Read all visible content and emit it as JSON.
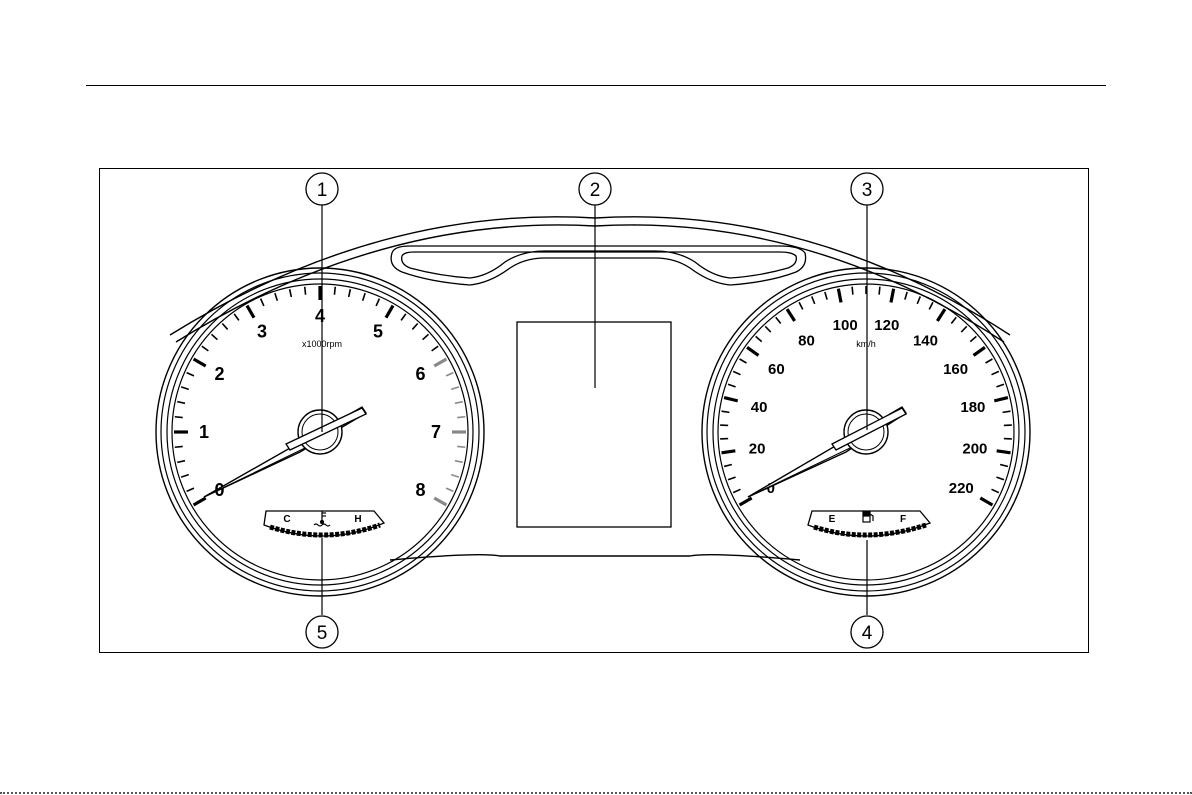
{
  "figure": {
    "callouts": [
      {
        "id": "1",
        "label": "1"
      },
      {
        "id": "2",
        "label": "2"
      },
      {
        "id": "3",
        "label": "3"
      },
      {
        "id": "4",
        "label": "4"
      },
      {
        "id": "5",
        "label": "5"
      }
    ]
  },
  "tachometer": {
    "unit": "x1000rpm",
    "numbers": [
      "0",
      "1",
      "2",
      "3",
      "4",
      "5",
      "6",
      "7",
      "8"
    ]
  },
  "speedometer": {
    "unit": "km/h",
    "numbers": [
      "0",
      "20",
      "40",
      "60",
      "80",
      "100",
      "120",
      "140",
      "160",
      "180",
      "200",
      "220"
    ]
  },
  "temperature_gauge": {
    "cold": "C",
    "hot": "H",
    "icon": "coolant-temperature-icon"
  },
  "fuel_gauge": {
    "empty": "E",
    "full": "F",
    "icon": "fuel-pump-icon"
  }
}
